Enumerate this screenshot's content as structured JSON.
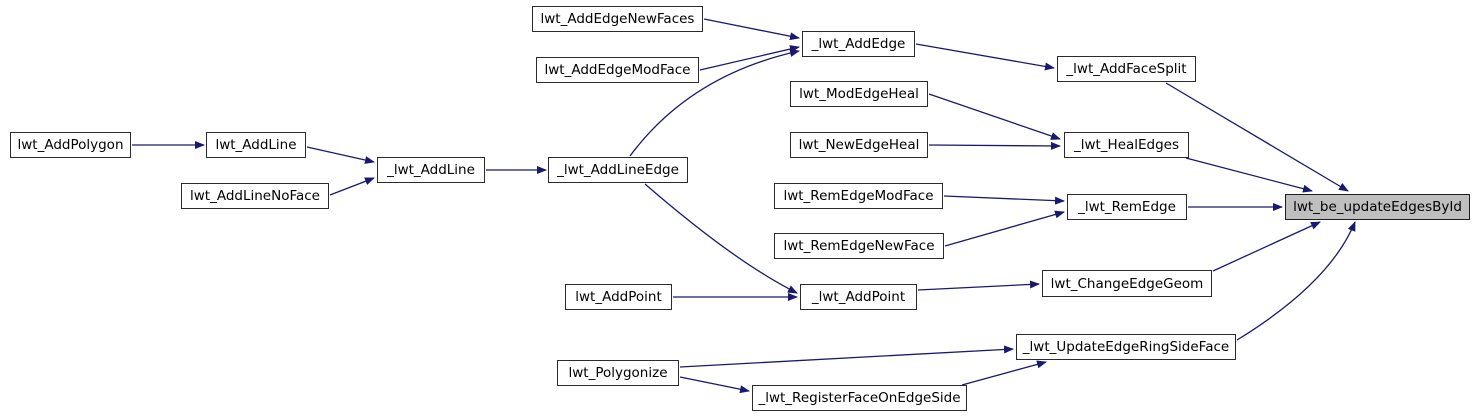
{
  "diagram": {
    "type": "call-graph",
    "focus_node": "lwt_be_updateEdgesById",
    "colors": {
      "edge": "#191970",
      "node_border": "#2b2b2b",
      "node_fill": "#ffffff",
      "focus_fill": "#bfbfbf",
      "text": "#000000",
      "background": "#ffffff"
    },
    "nodes": [
      {
        "id": "lwt_AddPolygon",
        "label": "lwt_AddPolygon",
        "focus": false
      },
      {
        "id": "lwt_AddLine",
        "label": "lwt_AddLine",
        "focus": false
      },
      {
        "id": "lwt_AddLineNoFace",
        "label": "lwt_AddLineNoFace",
        "focus": false
      },
      {
        "id": "_lwt_AddLine",
        "label": "_lwt_AddLine",
        "focus": false
      },
      {
        "id": "_lwt_AddLineEdge",
        "label": "_lwt_AddLineEdge",
        "focus": false
      },
      {
        "id": "lwt_AddEdgeNewFaces",
        "label": "lwt_AddEdgeNewFaces",
        "focus": false
      },
      {
        "id": "lwt_AddEdgeModFace",
        "label": "lwt_AddEdgeModFace",
        "focus": false
      },
      {
        "id": "_lwt_AddEdge",
        "label": "_lwt_AddEdge",
        "focus": false
      },
      {
        "id": "lwt_ModEdgeHeal",
        "label": "lwt_ModEdgeHeal",
        "focus": false
      },
      {
        "id": "lwt_NewEdgeHeal",
        "label": "lwt_NewEdgeHeal",
        "focus": false
      },
      {
        "id": "lwt_RemEdgeModFace",
        "label": "lwt_RemEdgeModFace",
        "focus": false
      },
      {
        "id": "lwt_RemEdgeNewFace",
        "label": "lwt_RemEdgeNewFace",
        "focus": false
      },
      {
        "id": "lwt_AddPoint",
        "label": "lwt_AddPoint",
        "focus": false
      },
      {
        "id": "_lwt_AddPoint",
        "label": "_lwt_AddPoint",
        "focus": false
      },
      {
        "id": "lwt_Polygonize",
        "label": "lwt_Polygonize",
        "focus": false
      },
      {
        "id": "_lwt_RegisterFaceOnEdgeSide",
        "label": "_lwt_RegisterFaceOnEdgeSide",
        "focus": false
      },
      {
        "id": "_lwt_AddFaceSplit",
        "label": "_lwt_AddFaceSplit",
        "focus": false
      },
      {
        "id": "_lwt_HealEdges",
        "label": "_lwt_HealEdges",
        "focus": false
      },
      {
        "id": "_lwt_RemEdge",
        "label": "_lwt_RemEdge",
        "focus": false
      },
      {
        "id": "lwt_ChangeEdgeGeom",
        "label": "lwt_ChangeEdgeGeom",
        "focus": false
      },
      {
        "id": "_lwt_UpdateEdgeRingSideFace",
        "label": "_lwt_UpdateEdgeRingSideFace",
        "focus": false
      },
      {
        "id": "lwt_be_updateEdgesById",
        "label": "lwt_be_updateEdgesById",
        "focus": true
      }
    ],
    "edges": [
      {
        "from": "lwt_AddPolygon",
        "to": "lwt_AddLine"
      },
      {
        "from": "lwt_AddLine",
        "to": "_lwt_AddLine"
      },
      {
        "from": "lwt_AddLineNoFace",
        "to": "_lwt_AddLine"
      },
      {
        "from": "_lwt_AddLine",
        "to": "_lwt_AddLineEdge"
      },
      {
        "from": "_lwt_AddLineEdge",
        "to": "_lwt_AddEdge"
      },
      {
        "from": "_lwt_AddLineEdge",
        "to": "_lwt_AddPoint"
      },
      {
        "from": "lwt_AddEdgeNewFaces",
        "to": "_lwt_AddEdge"
      },
      {
        "from": "lwt_AddEdgeModFace",
        "to": "_lwt_AddEdge"
      },
      {
        "from": "_lwt_AddEdge",
        "to": "_lwt_AddFaceSplit"
      },
      {
        "from": "lwt_ModEdgeHeal",
        "to": "_lwt_HealEdges"
      },
      {
        "from": "lwt_NewEdgeHeal",
        "to": "_lwt_HealEdges"
      },
      {
        "from": "lwt_RemEdgeModFace",
        "to": "_lwt_RemEdge"
      },
      {
        "from": "lwt_RemEdgeNewFace",
        "to": "_lwt_RemEdge"
      },
      {
        "from": "lwt_AddPoint",
        "to": "_lwt_AddPoint"
      },
      {
        "from": "_lwt_AddPoint",
        "to": "lwt_ChangeEdgeGeom"
      },
      {
        "from": "lwt_Polygonize",
        "to": "_lwt_UpdateEdgeRingSideFace"
      },
      {
        "from": "lwt_Polygonize",
        "to": "_lwt_RegisterFaceOnEdgeSide"
      },
      {
        "from": "_lwt_RegisterFaceOnEdgeSide",
        "to": "_lwt_UpdateEdgeRingSideFace"
      },
      {
        "from": "_lwt_AddFaceSplit",
        "to": "lwt_be_updateEdgesById"
      },
      {
        "from": "_lwt_HealEdges",
        "to": "lwt_be_updateEdgesById"
      },
      {
        "from": "_lwt_RemEdge",
        "to": "lwt_be_updateEdgesById"
      },
      {
        "from": "lwt_ChangeEdgeGeom",
        "to": "lwt_be_updateEdgesById"
      },
      {
        "from": "_lwt_UpdateEdgeRingSideFace",
        "to": "lwt_be_updateEdgesById"
      }
    ]
  }
}
